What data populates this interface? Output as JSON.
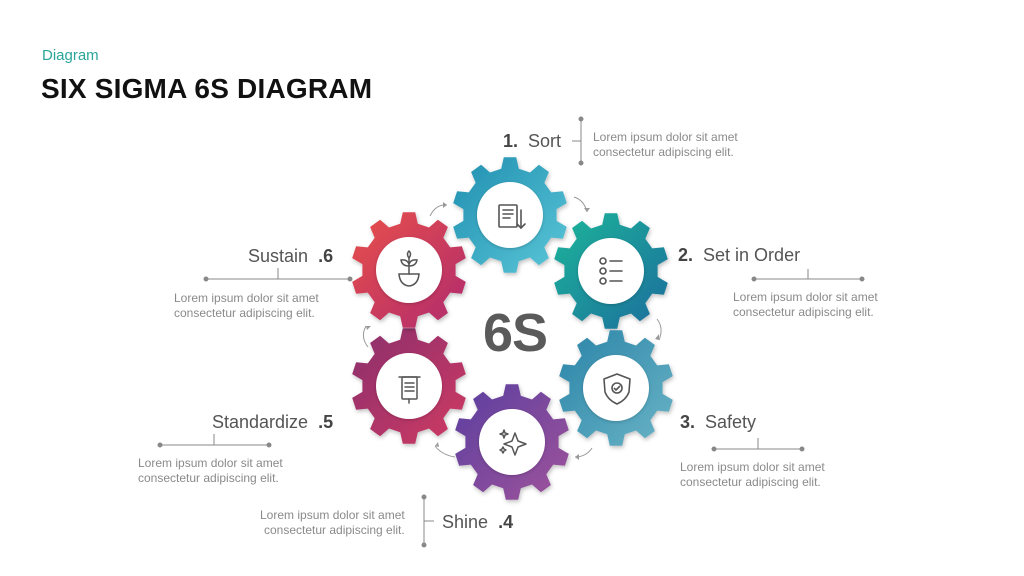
{
  "header": {
    "subtitle": "Diagram",
    "title": "SIX SIGMA 6S DIAGRAM"
  },
  "center": {
    "text": "6S"
  },
  "steps": [
    {
      "num": "1.",
      "label": "Sort",
      "desc1": "Lorem ipsum dolor sit amet",
      "desc2": "consectetur  adipiscing elit.",
      "icon": "list-icon"
    },
    {
      "num": "2.",
      "label": "Set in Order",
      "desc1": "Lorem ipsum dolor sit amet",
      "desc2": "consectetur  adipiscing elit.",
      "icon": "checklist-icon"
    },
    {
      "num": "3.",
      "label": "Safety",
      "desc1": "Lorem ipsum dolor sit amet",
      "desc2": "consectetur  adipiscing elit.",
      "icon": "shield-icon"
    },
    {
      "num": ".4",
      "label": "Shine",
      "desc1": "Lorem ipsum dolor sit amet",
      "desc2": "consectetur  adipiscing elit.",
      "icon": "sparkle-icon"
    },
    {
      "num": ".5",
      "label": "Standardize",
      "desc1": "Lorem ipsum dolor sit amet",
      "desc2": "consectetur  adipiscing elit.",
      "icon": "document-icon"
    },
    {
      "num": ".6",
      "label": "Sustain",
      "desc1": "Lorem ipsum dolor sit amet",
      "desc2": "consectetur  adipiscing elit.",
      "icon": "plant-icon"
    }
  ],
  "colors": {
    "accent": "#2aa59a",
    "gear1": [
      "#1f8fb0",
      "#5bc6d8"
    ],
    "gear2": [
      "#1fb59a",
      "#1a6d9c"
    ],
    "gear3": [
      "#2a84a8",
      "#6ab4c6"
    ],
    "gear4": [
      "#5a3ea0",
      "#a0549a"
    ],
    "gear5": [
      "#8a2f6e",
      "#d03a62"
    ],
    "gear6": [
      "#e8504a",
      "#b02a6e"
    ]
  }
}
